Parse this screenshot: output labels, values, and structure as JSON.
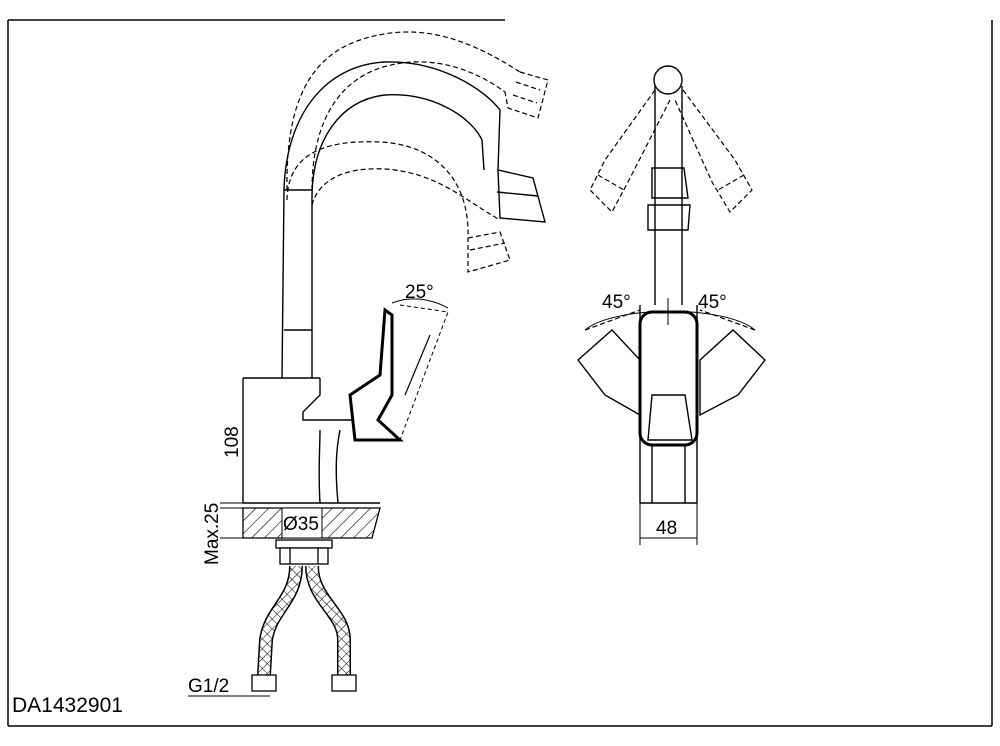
{
  "drawing": {
    "code": "DA1432901",
    "dimensions": {
      "height": "108",
      "max_thickness": "Max.25",
      "hole_diameter": "Ø35",
      "handle_width": "48",
      "thread": "G1/2"
    },
    "angles": {
      "lever_tilt": "25°",
      "rotate_left": "45°",
      "rotate_right": "45°"
    }
  }
}
